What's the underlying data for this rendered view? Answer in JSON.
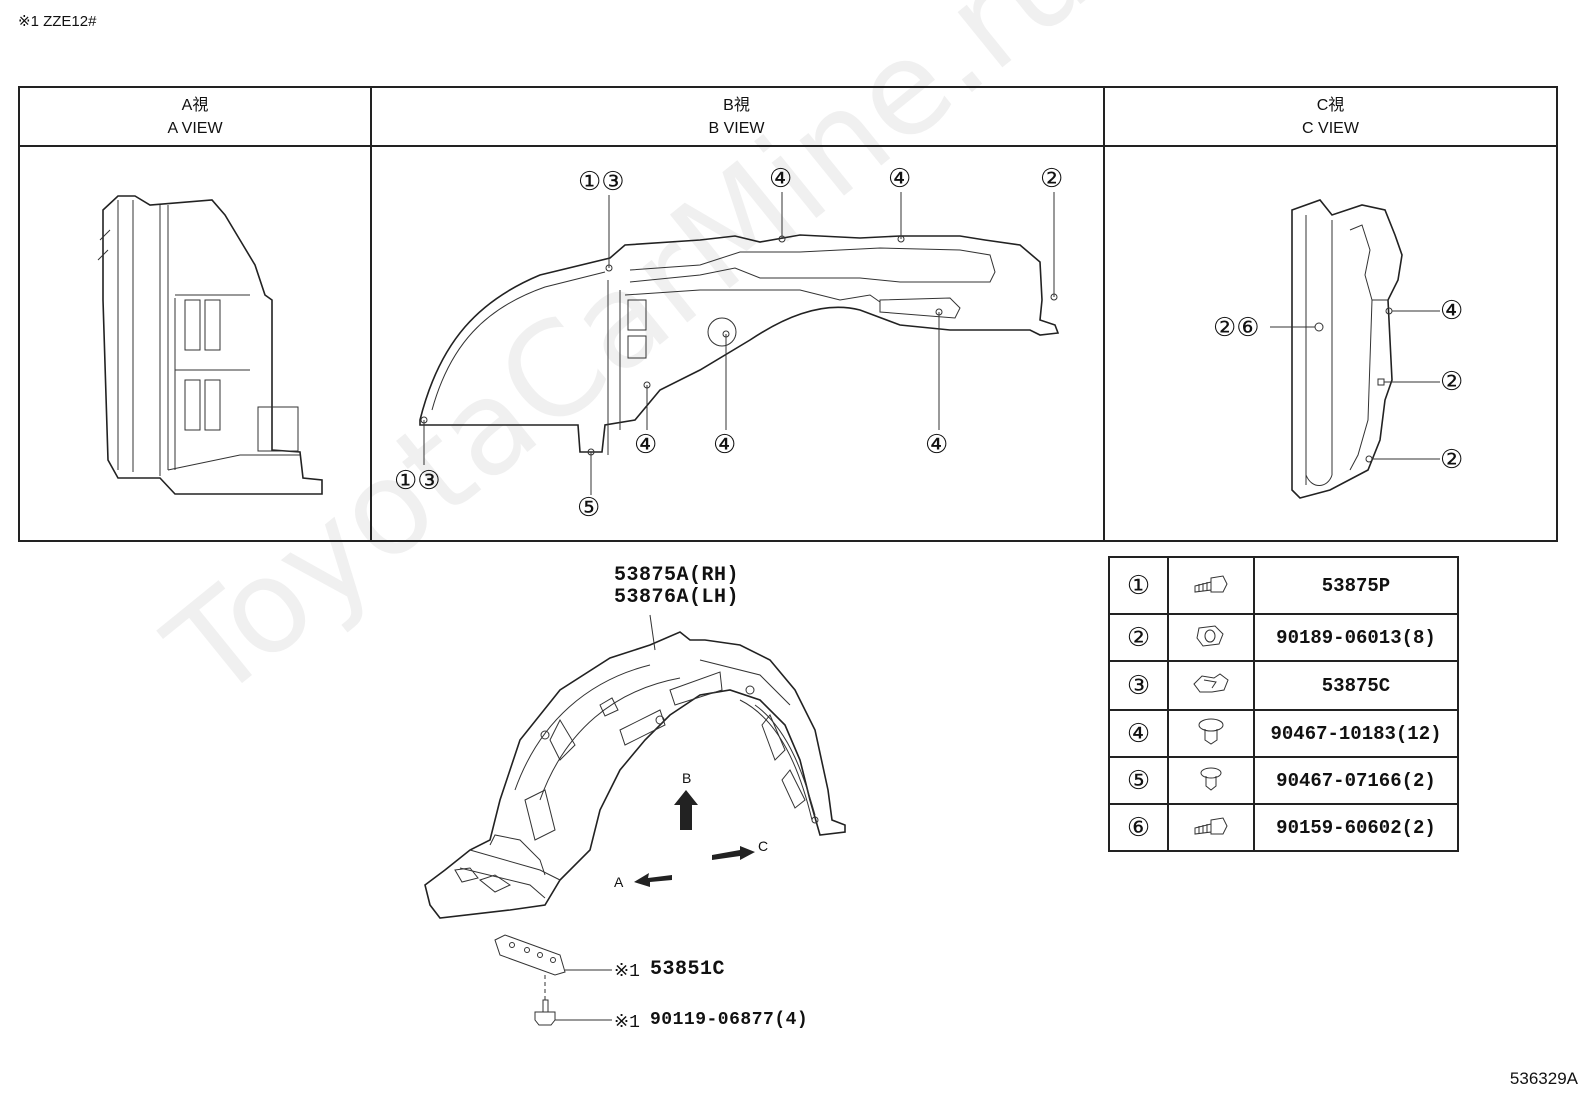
{
  "note": "※1 ZZE12#",
  "doc_id": "536329A",
  "watermark": "ToyotaCarMine.ru",
  "views": [
    {
      "jp": "A視",
      "en": "A VIEW"
    },
    {
      "jp": "B視",
      "en": "B VIEW"
    },
    {
      "jp": "C視",
      "en": "C VIEW"
    }
  ],
  "b_view_callouts": {
    "c13_top": "①③",
    "c4_top1": "④",
    "c4_top2": "④",
    "c2_top": "②",
    "c13_bottom": "①③",
    "c5": "⑤",
    "c4_b1": "④",
    "c4_b2": "④",
    "c4_b3": "④"
  },
  "c_view_callouts": {
    "c26": "②⑥",
    "c4": "④",
    "c2a": "②",
    "c2b": "②"
  },
  "main": {
    "part_rh": "53875A(RH)",
    "part_lh": "53876A(LH)",
    "arrow_a": "A",
    "arrow_b": "B",
    "arrow_c": "C",
    "bracket_mark": "※1",
    "bracket": "53851C",
    "bolt_mark": "※1",
    "bolt": "90119-06877(4)"
  },
  "legend": [
    {
      "num": "①",
      "icon": "screw-icon",
      "part": "53875P"
    },
    {
      "num": "②",
      "icon": "nut-clip-icon",
      "part": "90189-06013(8)"
    },
    {
      "num": "③",
      "icon": "retainer-clip-icon",
      "part": "53875C"
    },
    {
      "num": "④",
      "icon": "push-clip-icon",
      "part": "90467-10183(12)"
    },
    {
      "num": "⑤",
      "icon": "push-clip-small-icon",
      "part": "90467-07166(2)"
    },
    {
      "num": "⑥",
      "icon": "screw-icon",
      "part": "90159-60602(2)"
    }
  ]
}
